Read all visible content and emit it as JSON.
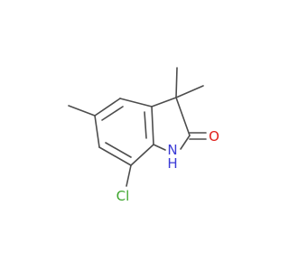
{
  "molecule": {
    "colors": {
      "bond": "#4d4d4d",
      "carbon": "#4d4d4d",
      "nitrogen": "#3a3ad6",
      "oxygen": "#e0201c",
      "chlorine": "#3fa62e"
    },
    "labels": {
      "chlorine": "Cl",
      "nitrogen": "N",
      "hydrogen": "H",
      "oxygen": "O"
    }
  }
}
